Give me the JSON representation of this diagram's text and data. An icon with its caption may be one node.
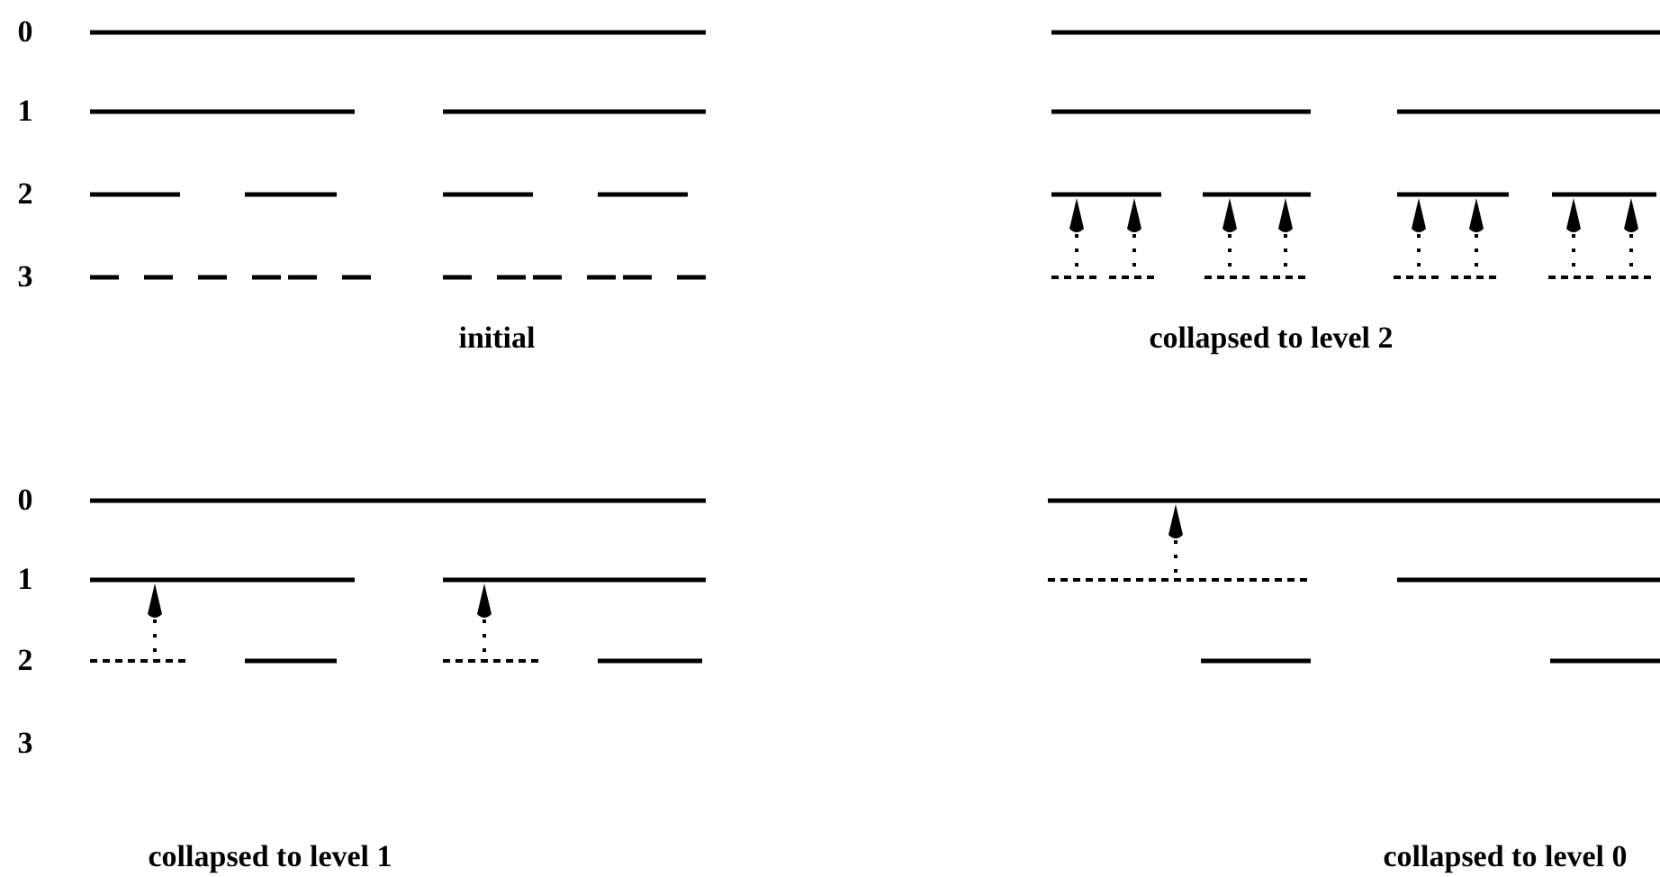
{
  "diagram": {
    "labels": [
      "0",
      "1",
      "2",
      "3",
      "initial",
      "collapsed to level 2",
      "0",
      "1",
      "2",
      "3",
      "collapsed to level 1",
      "collapsed to level 0"
    ]
  }
}
